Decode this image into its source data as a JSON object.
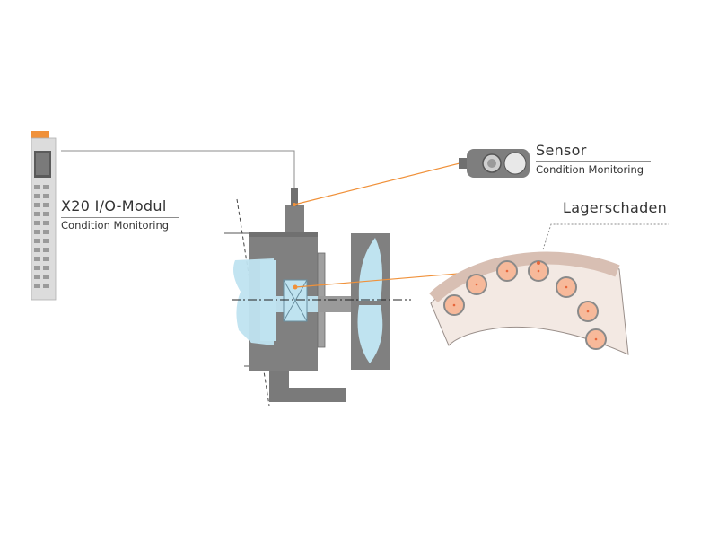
{
  "labels": {
    "module": {
      "title": "X20 I/O-Modul",
      "subtitle": "Condition Monitoring"
    },
    "sensor": {
      "title": "Sensor",
      "subtitle": "Condition Monitoring"
    },
    "bearing_damage": {
      "title": "Lagerschaden"
    }
  },
  "colors": {
    "accent": "#f0913a",
    "machine_gray": "#808080",
    "machine_light": "#a0a0a0",
    "fluid_blue": "#bfe3f0",
    "bearing_ring": "#ecdcd2",
    "ball_orange": "#f7b99a",
    "connector_line": "#8c8c8c"
  },
  "icons": {
    "module": "io-module-icon",
    "sensor": "sensor-icon",
    "machine": "machine-icon",
    "bearing": "bearing-icon"
  }
}
